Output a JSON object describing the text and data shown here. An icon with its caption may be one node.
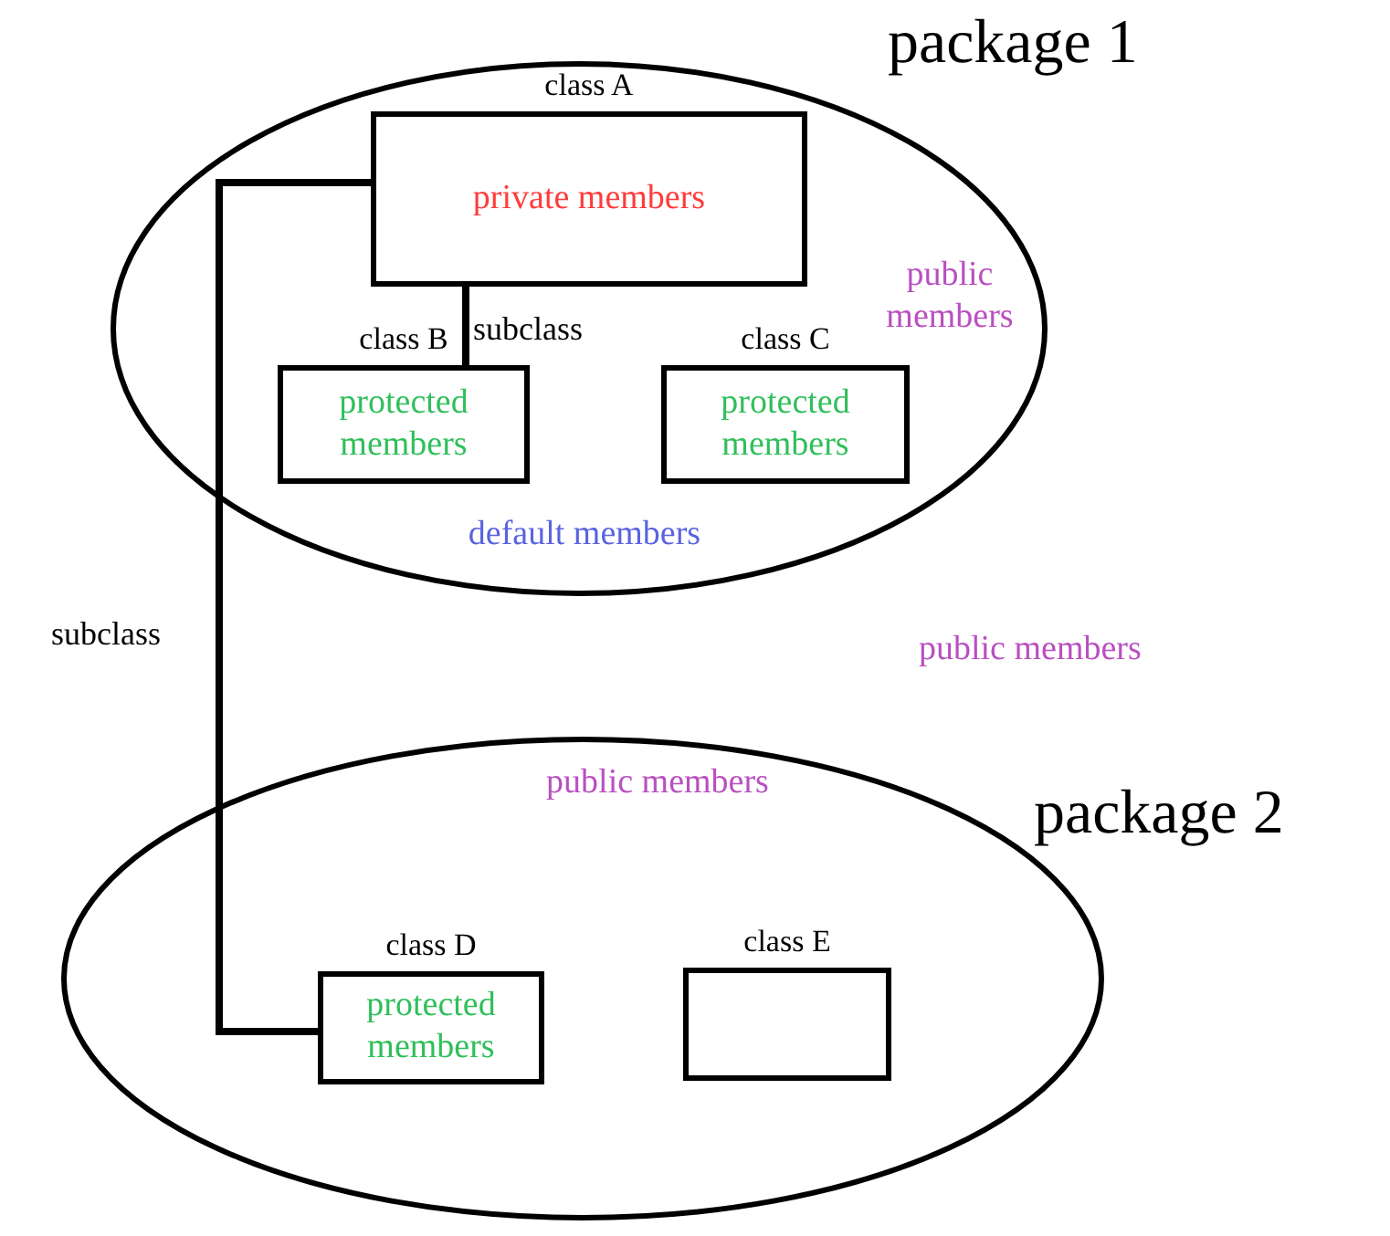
{
  "diagram": {
    "nodes": [
      {
        "text": [
          "package 1",
          "public members",
          "default members"
        ]
      },
      {
        "text": [
          "class A",
          "private members"
        ],
        "in": 0
      },
      {
        "text": [
          "class B",
          "protected members"
        ],
        "in": 0
      },
      {
        "text": [
          "class C",
          "protected members"
        ],
        "in": 0
      },
      {
        "text": [
          "package 2",
          "public members"
        ]
      },
      {
        "text": [
          "class D",
          "protected members"
        ],
        "in": 4
      },
      {
        "text": [
          "class E"
        ],
        "in": 4
      }
    ],
    "edges": [
      {
        "from": 1,
        "to": 2,
        "arrow": "none",
        "label": "subclass"
      },
      {
        "from": 1,
        "to": 5,
        "arrow": "none",
        "label": "subclass"
      }
    ],
    "labels": [
      "public members"
    ]
  }
}
